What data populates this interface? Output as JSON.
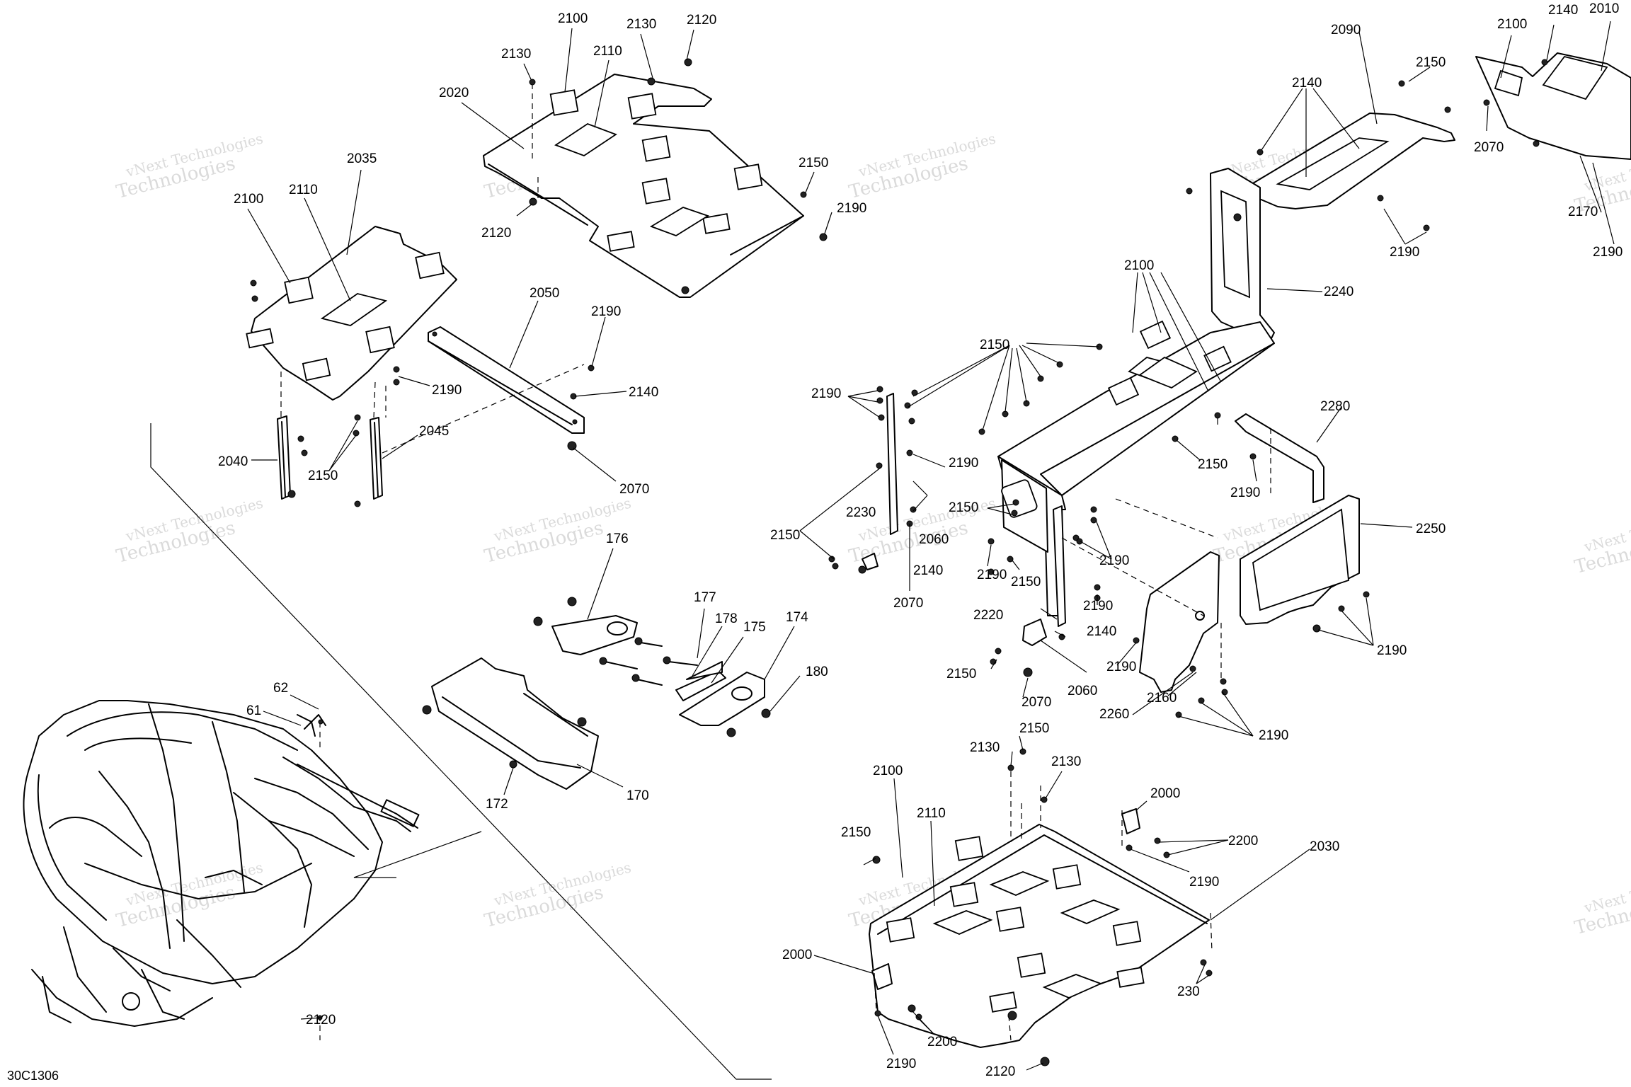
{
  "diagram": {
    "reference_code": "30C1306",
    "watermark": {
      "line1": "vNext Technologies",
      "line2": "Technologies"
    },
    "callouts": [
      {
        "id": "c2100a",
        "text": "2100"
      },
      {
        "id": "c2130a",
        "text": "2130"
      },
      {
        "id": "c2120a",
        "text": "2120"
      },
      {
        "id": "c2130b",
        "text": "2130"
      },
      {
        "id": "c2110a",
        "text": "2110"
      },
      {
        "id": "c2020",
        "text": "2020"
      },
      {
        "id": "c2150a",
        "text": "2150"
      },
      {
        "id": "c2190a",
        "text": "2190"
      },
      {
        "id": "c2120b",
        "text": "2120"
      },
      {
        "id": "c2035",
        "text": "2035"
      },
      {
        "id": "c2100b",
        "text": "2100"
      },
      {
        "id": "c2110b",
        "text": "2110"
      },
      {
        "id": "c2050",
        "text": "2050"
      },
      {
        "id": "c2190b",
        "text": "2190"
      },
      {
        "id": "c2190c",
        "text": "2190"
      },
      {
        "id": "c2140a",
        "text": "2140"
      },
      {
        "id": "c2040",
        "text": "2040"
      },
      {
        "id": "c2045",
        "text": "2045"
      },
      {
        "id": "c2150b",
        "text": "2150"
      },
      {
        "id": "c2070a",
        "text": "2070"
      },
      {
        "id": "c176",
        "text": "176"
      },
      {
        "id": "c177",
        "text": "177"
      },
      {
        "id": "c178",
        "text": "178"
      },
      {
        "id": "c175",
        "text": "175"
      },
      {
        "id": "c174",
        "text": "174"
      },
      {
        "id": "c180",
        "text": "180"
      },
      {
        "id": "c170",
        "text": "170"
      },
      {
        "id": "c172",
        "text": "172"
      },
      {
        "id": "c62",
        "text": "62"
      },
      {
        "id": "c61",
        "text": "61"
      },
      {
        "id": "c2120c",
        "text": "2120"
      },
      {
        "id": "c2090",
        "text": "2090"
      },
      {
        "id": "c2150c",
        "text": "2150"
      },
      {
        "id": "c2140b",
        "text": "2140"
      },
      {
        "id": "c2190d",
        "text": "2190"
      },
      {
        "id": "c2240",
        "text": "2240"
      },
      {
        "id": "c2100c",
        "text": "2100"
      },
      {
        "id": "c2150d",
        "text": "2150"
      },
      {
        "id": "c2190e",
        "text": "2190"
      },
      {
        "id": "c2150e",
        "text": "2150"
      },
      {
        "id": "c2190f",
        "text": "2190"
      },
      {
        "id": "c2280",
        "text": "2280"
      },
      {
        "id": "c2190g",
        "text": "2190"
      },
      {
        "id": "c2230",
        "text": "2230"
      },
      {
        "id": "c2060a",
        "text": "2060"
      },
      {
        "id": "c2150f",
        "text": "2150"
      },
      {
        "id": "c2150g",
        "text": "2150"
      },
      {
        "id": "c2190h",
        "text": "2190"
      },
      {
        "id": "c2140c",
        "text": "2140"
      },
      {
        "id": "c2190i",
        "text": "2190"
      },
      {
        "id": "c2150h",
        "text": "2150"
      },
      {
        "id": "c2070b",
        "text": "2070"
      },
      {
        "id": "c2250",
        "text": "2250"
      },
      {
        "id": "c2190j",
        "text": "2190"
      },
      {
        "id": "c2220",
        "text": "2220"
      },
      {
        "id": "c2140d",
        "text": "2140"
      },
      {
        "id": "c2150i",
        "text": "2150"
      },
      {
        "id": "c2190k",
        "text": "2190"
      },
      {
        "id": "c2060b",
        "text": "2060"
      },
      {
        "id": "c2190l",
        "text": "2190"
      },
      {
        "id": "c2070c",
        "text": "2070"
      },
      {
        "id": "c2160",
        "text": "2160"
      },
      {
        "id": "c2260",
        "text": "2260"
      },
      {
        "id": "c2190m",
        "text": "2190"
      },
      {
        "id": "c2130c",
        "text": "2130"
      },
      {
        "id": "c2150j",
        "text": "2150"
      },
      {
        "id": "c2130d",
        "text": "2130"
      },
      {
        "id": "c2100d",
        "text": "2100"
      },
      {
        "id": "c2110c",
        "text": "2110"
      },
      {
        "id": "c2000a",
        "text": "2000"
      },
      {
        "id": "c2150k",
        "text": "2150"
      },
      {
        "id": "c2200a",
        "text": "2200"
      },
      {
        "id": "c2190n",
        "text": "2190"
      },
      {
        "id": "c2030",
        "text": "2030"
      },
      {
        "id": "c2000b",
        "text": "2000"
      },
      {
        "id": "c230",
        "text": "230"
      },
      {
        "id": "c2200b",
        "text": "2200"
      },
      {
        "id": "c2190o",
        "text": "2190"
      },
      {
        "id": "c2120d",
        "text": "2120"
      },
      {
        "id": "c2100e",
        "text": "2100"
      },
      {
        "id": "c2140e",
        "text": "2140"
      },
      {
        "id": "c2010",
        "text": "2010"
      },
      {
        "id": "c2070d",
        "text": "2070"
      },
      {
        "id": "c2170",
        "text": "2170"
      },
      {
        "id": "c2190p",
        "text": "2190"
      }
    ]
  }
}
